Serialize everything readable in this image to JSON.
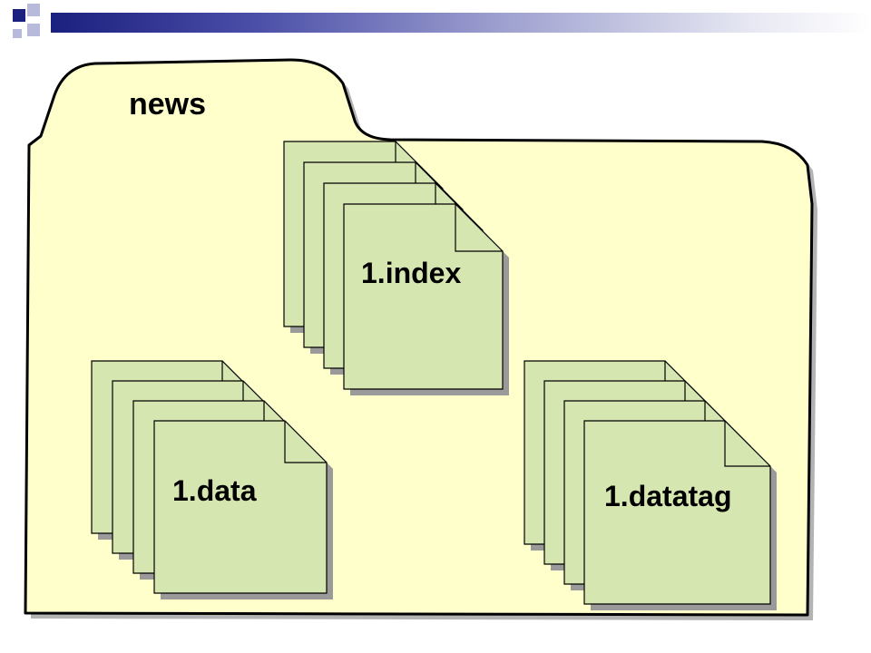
{
  "folder": {
    "label": "news",
    "fill": "#ffffcc",
    "stroke": "#000000",
    "shadow": "#b3b3b3"
  },
  "file_groups": [
    {
      "label": "1.index",
      "stack_count": 4
    },
    {
      "label": "1.data",
      "stack_count": 4
    },
    {
      "label": "1.datatag",
      "stack_count": 4
    }
  ],
  "file_fill": "#d6e6b0",
  "header_colors": [
    "#1b1f7e",
    "#9ea0cf",
    "#ffffff"
  ]
}
